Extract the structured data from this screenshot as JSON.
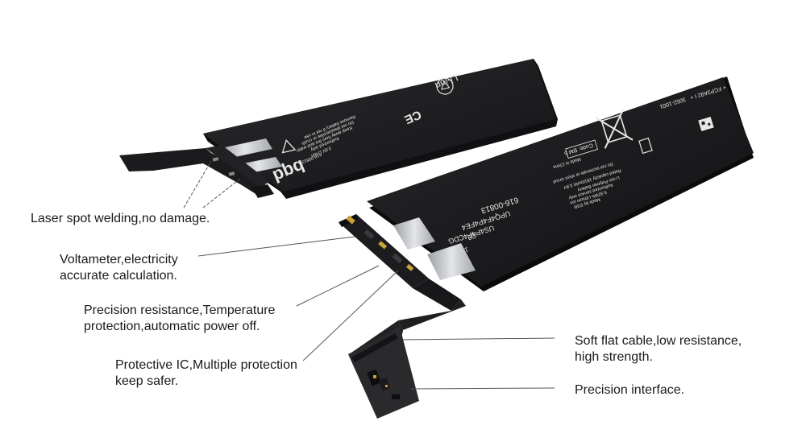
{
  "labels": {
    "laser": [
      "Laser spot welding,no damage."
    ],
    "voltameter": [
      "Voltameter,electricity",
      "accurate calculation."
    ],
    "resistance": [
      "Precision resistance,Temperature",
      "protection,automatic power off."
    ],
    "ic": [
      "Protective IC,Multiple protection",
      "keep safer."
    ],
    "cable": [
      "Soft flat cable,low resistance,",
      "high strength."
    ],
    "interface": [
      "Precision interface."
    ]
  },
  "battery_top": {
    "marks": [
      "Li-ion",
      "CE",
      "Li-ion Battery",
      "3.8V",
      "WARNING"
    ],
    "logo": "bqd"
  },
  "battery_bottom": {
    "marks": [
      "616-00813",
      "Code: BM 5",
      "Made in China"
    ],
    "logo_icons": [
      "crossed-bin-icon",
      "qr-code-icon",
      "battery-icon"
    ]
  },
  "colors": {
    "battery_body": "#1e1e20",
    "battery_edge": "#0c0c0d",
    "flex_cable": "#202022",
    "tab_metal": "#b9bcc0",
    "leader_line": "#555555"
  }
}
